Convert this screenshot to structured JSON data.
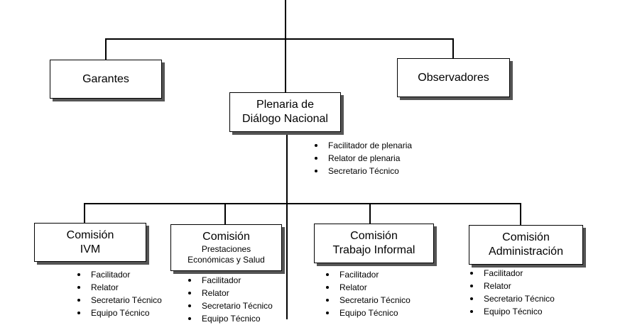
{
  "top_level": {
    "guarantors": "Garantes",
    "observers": "Observadores"
  },
  "plenary": {
    "title_line1": "Plenaria de",
    "title_line2": "Diálogo Nacional",
    "roles": [
      "Facilitador de plenaria",
      "Relator de plenaria",
      "Secretario Técnico"
    ]
  },
  "commissions": [
    {
      "title": "Comisión",
      "subtitle": "IVM",
      "roles": [
        "Facilitador",
        "Relator",
        "Secretario Técnico",
        "Equipo Técnico"
      ]
    },
    {
      "title": "Comisión",
      "subtitle_line1": "Prestaciones",
      "subtitle_line2": "Económicas y Salud",
      "roles": [
        "Facilitador",
        "Relator",
        "Secretario Técnico",
        "Equipo Técnico"
      ]
    },
    {
      "title": "Comisión",
      "subtitle": "Trabajo Informal",
      "roles": [
        "Facilitador",
        "Relator",
        "Secretario Técnico",
        "Equipo Técnico"
      ]
    },
    {
      "title": "Comisión",
      "subtitle": "Administración",
      "roles": [
        "Facilitador",
        "Relator",
        "Secretario Técnico",
        "Equipo Técnico"
      ]
    }
  ]
}
